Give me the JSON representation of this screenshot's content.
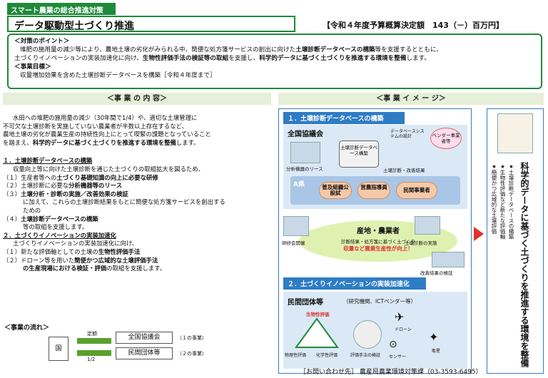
{
  "header": {
    "tag": "スマート農業の総合推進対策",
    "title": "データ駆動型土づくり推進",
    "budget": "【令和４年度予算概算決定額　143（－）百万円】"
  },
  "policy": {
    "h1": "＜対策のポイント＞",
    "p1": "堆肥の施用量の減少等により、農地土壌の劣化がみられる中、簡便な処方箋サービスの創出に向けた",
    "p1b": "土壌診断データベースの構築",
    "p1c": "等を支援するとともに、",
    "p2": "土づくりイノベーションの実装加速化に向け、",
    "p2b": "生物性評価手法の検証等の取組",
    "p2c": "を支援し、",
    "p2d": "科学的データに基づく土づくりを推進する環境を整備",
    "p2e": "します。",
    "h2": "＜事業目標＞",
    "p3": "収量増加効果を含めた土壌診断データベースを構築［令和４年度まで］"
  },
  "sections": {
    "left": "＜事 業 の 内 容＞",
    "right": "＜事 業 イ メ ー ジ＞"
  },
  "content": {
    "intro1": "水田への堆肥の施用量の減少（30年間で1/4）や、適切な土壌管理に",
    "intro2": "不可欠な土壌診断を実施していない農業者が半数以上存在するなど、",
    "intro3": "農地土壌の劣化が農業生産の持続性向上にとって喫緊の課題となっていること",
    "intro4a": "を踏まえ、",
    "intro4b": "科学的データに基づく土づくりを推進する環境を整備",
    "intro4c": "します。",
    "s1": "１．土壌診断データベースの構築",
    "s1a": "収量向上等に向けた土壌診断を通じた土づくりの取組拡大を図るため、",
    "s1i1a": "（１）生産者等への",
    "s1i1b": "土づくり基礎知識の向上に必要な研修",
    "s1i2a": "（２）土壌診断に必要な",
    "s1i2b": "分析機器等のリース",
    "s1i3a": "（３）",
    "s1i3b": "土壌分析・診断の実施／改善効果の検証",
    "s1i3c": "に加えて、これらの土壌診断結果をもとに簡便な処方箋サービスを創出する",
    "s1i3d": "ための",
    "s1i4a": "（４）",
    "s1i4b": "土壌診断データベースの構築",
    "s1i4c": "等の取組を支援します。",
    "s2": "２．土づくりイノベーションの実装加速化",
    "s2a": "土づくりイノベーションの実装加速化に向け、",
    "s2i1a": "（１）新たな評価軸としての土壌の",
    "s2i1b": "生物性評価手法",
    "s2i2a": "（２）ドローン等を用いた",
    "s2i2b": "簡便かつ広域的な土壌評価手法",
    "s2i2c": "の生産現場における検証・評価",
    "s2i2d": "の取組を支援します。"
  },
  "flow": {
    "label": "＜事業の流れ＞",
    "country": "国",
    "fixed": "定額",
    "half": "1/2",
    "org1": "全国協議会",
    "org2": "民間団体等",
    "n1": "（１の事業）",
    "n2": "（２の事業）"
  },
  "image": {
    "bar1": "１．土壌診断データベースの構築",
    "council": "全国協議会",
    "db": "土壌診断データベース構築",
    "dbsys": "データベースシステムの設計",
    "vendor": "ベンダー事業者等",
    "lease": "分析機器のリース",
    "results": "土壌診断・改善結果",
    "pref": "A県",
    "p1": "普及組織公設試",
    "p2": "営農指導員",
    "p3": "民間事業者",
    "prod": "産地・農業者",
    "rx": "診断結果・処方箋に基づく土づくり",
    "yield": "収量など農業生産性が向上！",
    "workshop": "研修会開催",
    "soil": "土壌診断の実施",
    "verify": "改善結果の検証",
    "bar2": "２．土づくりイノベーションの実装加速化",
    "orgs": "民間団体等",
    "orgs_note": "（研究機関、ICTベンダー等）",
    "bio": "生物性評価",
    "phys": "物理性評価",
    "chem": "化学性評価",
    "method": "評価手法の検証",
    "drone": "ドローン",
    "sensor": "センサー",
    "sat": "衛星"
  },
  "right_panel": {
    "main": "科学的データに基づく土づくりを推進する環境を整備",
    "b1": "★土壌診断データベースの構築",
    "b2": "★生物性評価など新たな評価軸",
    "b3": "★簡便かつ広域的な土壌評価"
  },
  "footer": {
    "contact": "［お問い合わせ先］ 農産局農業環境対策課（03-3593-6495）"
  }
}
